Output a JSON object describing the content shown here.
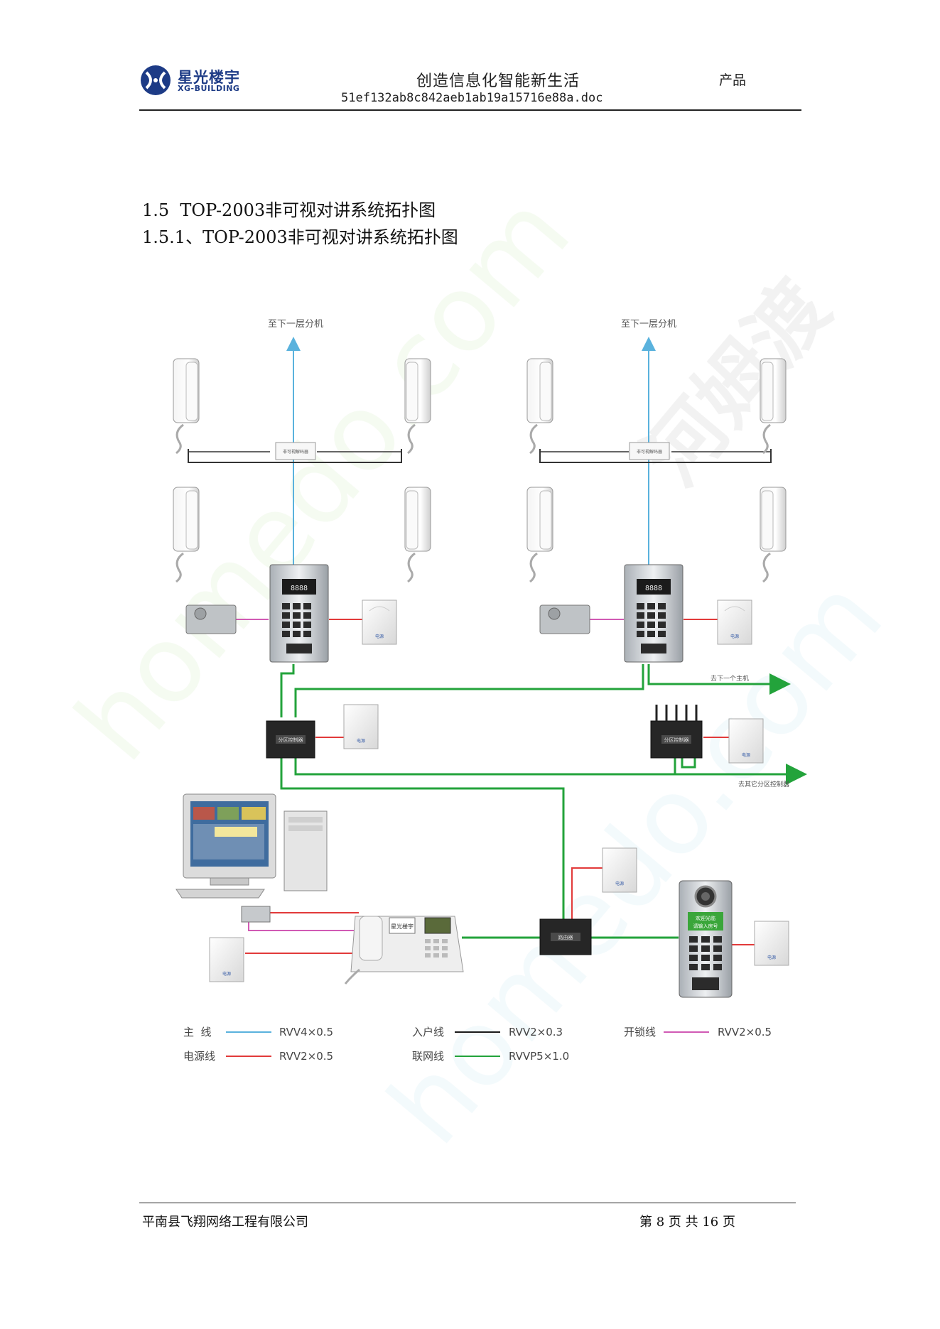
{
  "header": {
    "logo_cn": "星光楼宇",
    "logo_en": "XG-BUILDING",
    "slogan": "创造信息化智能新生活",
    "filename": "51ef132ab8c842aeb1ab19a15716e88a.doc",
    "right_label": "产品"
  },
  "headings": {
    "h1": "1.5  TOP-2003非可视对讲系统拓扑图",
    "h2": "1.5.1、TOP-2003非可视对讲系统拓扑图"
  },
  "diagram": {
    "to_next_floor_left": "至下一层分机",
    "to_next_floor_right": "至下一层分机",
    "decoder_label": "非可视解码器",
    "zone_controller_label": "分区控制器",
    "power_label": "电源",
    "to_next_host": "去下一个主机",
    "to_other_zones": "去其它分区控制器",
    "router_label": "路由器",
    "console_screen": "星光楼宇",
    "gate_screen_line1": "欢迎光临",
    "gate_screen_line2": "请输入房号"
  },
  "legend": [
    {
      "name": "主  线",
      "spec": "RVV4×0.5",
      "color": "#5ab2dd"
    },
    {
      "name": "电源线",
      "spec": "RVV2×0.5",
      "color": "#e23a3a"
    },
    {
      "name": "入户线",
      "spec": "RVV2×0.3",
      "color": "#1a1a1a"
    },
    {
      "name": "联网线",
      "spec": "RVVP5×1.0",
      "color": "#23a33b"
    },
    {
      "name": "开锁线",
      "spec": "RVV2×0.5",
      "color": "#d15ab4"
    }
  ],
  "footer": {
    "company": "平南县飞翔网络工程有限公司",
    "page": "第 8 页 共 16 页"
  },
  "colors": {
    "main_line": "#5ab2dd",
    "power_line": "#e23a3a",
    "home_line": "#1a1a1a",
    "network_line": "#23a33b",
    "unlock_line": "#d15ab4",
    "logo_blue": "#1d3b86"
  }
}
